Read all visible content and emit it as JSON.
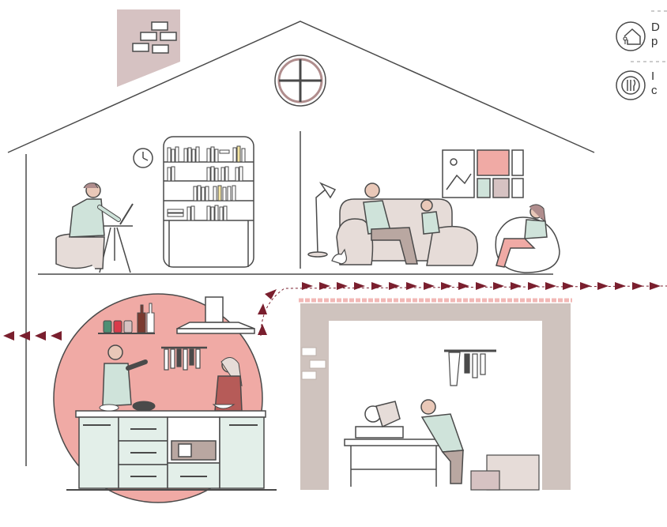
{
  "colors": {
    "outline": "#4a4a4a",
    "light_outline": "#9a9a9a",
    "chimney": "#d6c2c2",
    "kitchen_circle": "#f0aaa5",
    "cabinet": "#e3efe9",
    "workshop_wall": "#cfc3be",
    "awning": "#f2b8b6",
    "arrow": "#7a1f2e",
    "shirt": "#cfe3da",
    "skin": "#e9c8b8"
  },
  "legend": [
    {
      "icon": "smart-home-icon",
      "text": "D\np"
    },
    {
      "icon": "dining-plate-icon",
      "text": "I\nc"
    }
  ],
  "rooms": {
    "office": "home-office",
    "living": "living-room",
    "kitchen": "kitchen",
    "workshop": "workshop"
  }
}
